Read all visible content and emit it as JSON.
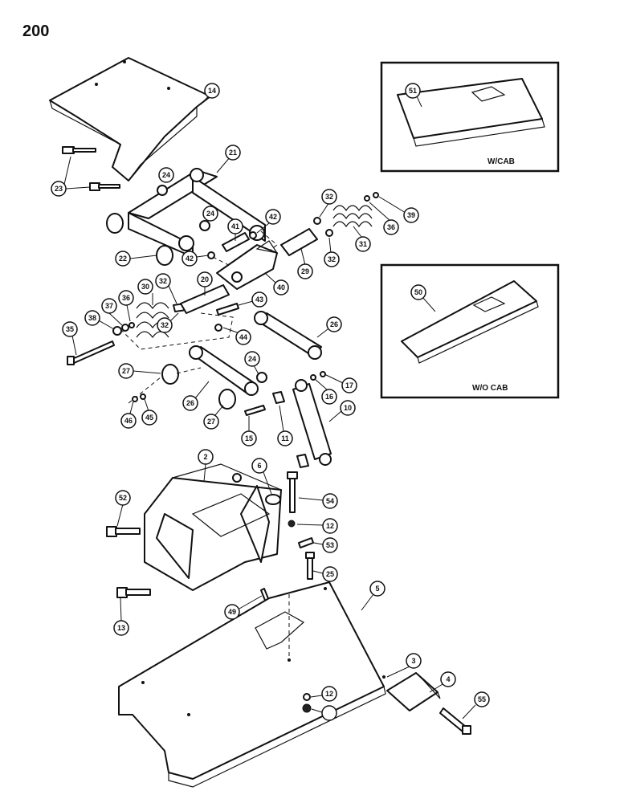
{
  "page_number": "200",
  "insets": [
    {
      "caption": "W/CAB",
      "part": "51"
    },
    {
      "caption": "W/O CAB",
      "part": "50"
    }
  ],
  "callouts": [
    "14",
    "23",
    "24",
    "21",
    "22",
    "41",
    "42",
    "32",
    "39",
    "36",
    "31",
    "29",
    "40",
    "20",
    "30",
    "37",
    "38",
    "35",
    "43",
    "44",
    "26",
    "27",
    "16",
    "17",
    "10",
    "46",
    "45",
    "15",
    "11",
    "2",
    "6",
    "52",
    "54",
    "12",
    "53",
    "25",
    "13",
    "49",
    "5",
    "3",
    "4",
    "55"
  ]
}
